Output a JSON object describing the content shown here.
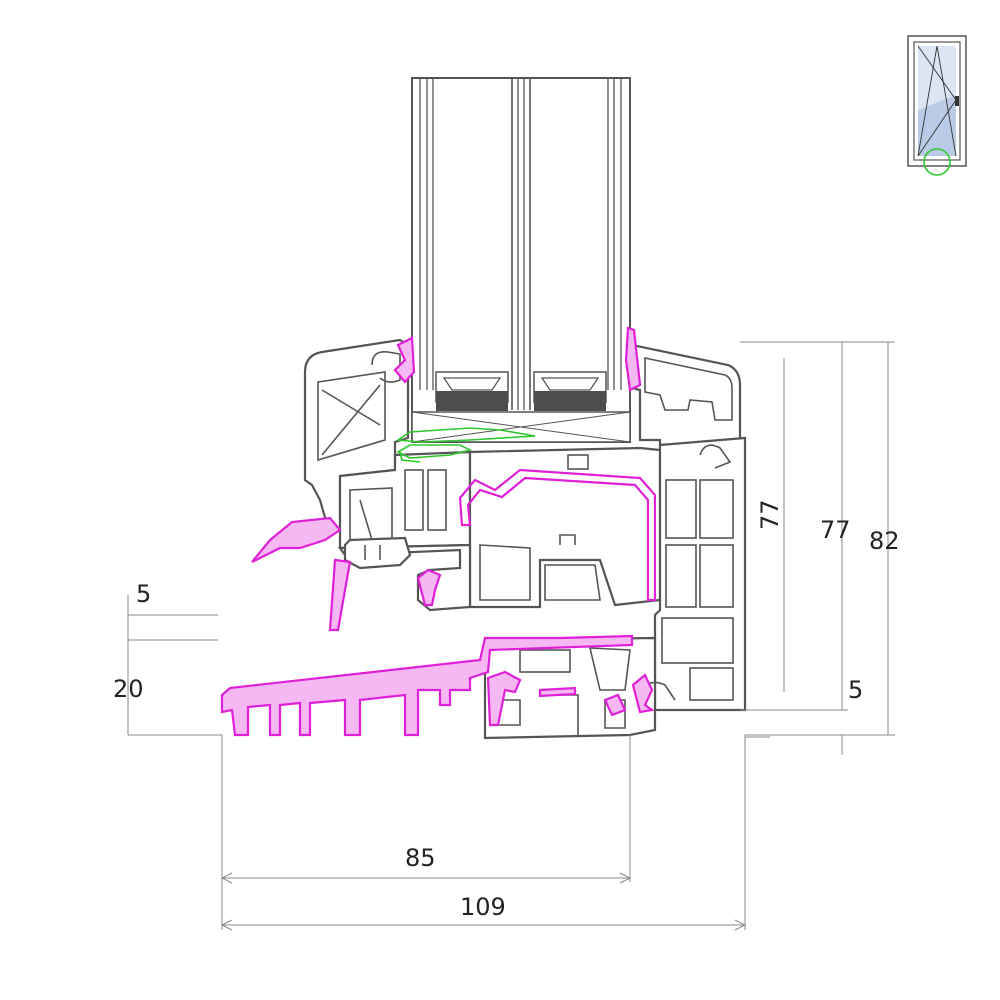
{
  "dimensions": {
    "left_top_gap": "5",
    "left_height": "20",
    "inner_height": "77",
    "frame_height_77": "77",
    "total_height": "82",
    "bottom_gap": "5",
    "sash_width": "85",
    "total_width": "109"
  },
  "colors": {
    "gasket": "#e020d8",
    "gasket_fill": "#f5b8f3",
    "seal_green": "#2ec82e",
    "profile_line": "#555555",
    "dimension_line": "#8a8a8a",
    "thumbnail_glass": "#b9cbe6"
  },
  "icons": {
    "thumbnail": "window-tilt-turn-icon",
    "marker": "section-marker-circle-icon"
  }
}
